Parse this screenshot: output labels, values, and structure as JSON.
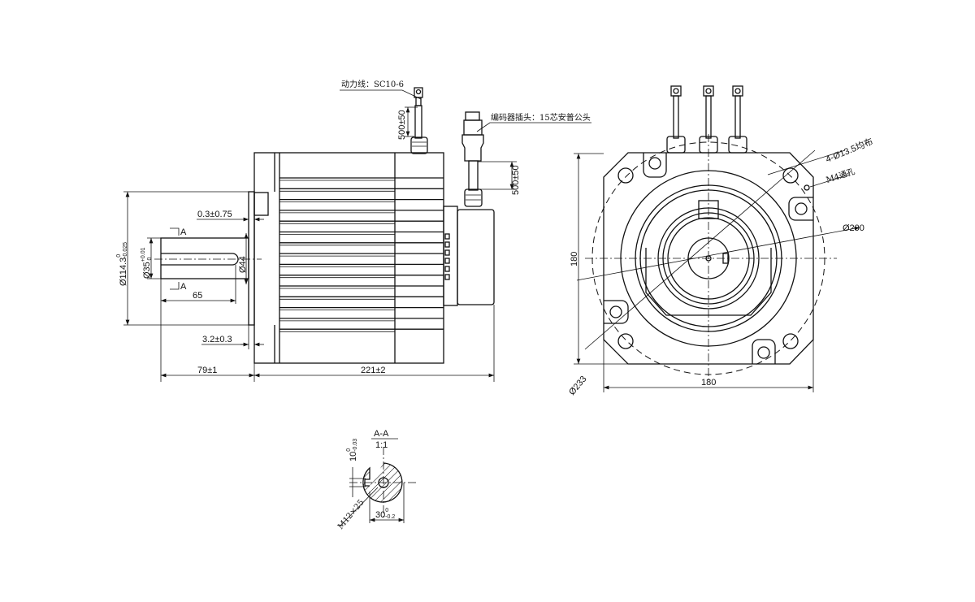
{
  "side_view": {
    "power_cable_label": "动力线：SC10-6",
    "encoder_plug_label": "编码器插头：15芯安普公头",
    "power_cable_length": "500±50",
    "encoder_cable_length": "500±50",
    "flange_pilot_dia": "Ø114.3",
    "flange_pilot_tol_upper": "0",
    "flange_pilot_tol_lower": "-0.025",
    "shaft_dia": "Ø35",
    "shaft_tol_upper": "+0.01",
    "shaft_tol_lower": "0",
    "shoulder_dia": "Ø44",
    "shaft_length": "65",
    "pilot_offset": "0.3±0.75",
    "pilot_depth": "3.2±0.3",
    "shaft_extension": "79±1",
    "body_length": "221±2",
    "section_mark_top": "A",
    "section_mark_bottom": "A"
  },
  "front_view": {
    "mount_holes": "4-Ø13.5均布",
    "m4_hole": "M4通孔",
    "inner_circle_dia": "Ø200",
    "bolt_circle_dia": "Ø233",
    "height": "180",
    "width": "180"
  },
  "section_view": {
    "title": "A-A",
    "scale": "1:1",
    "key_width": "10",
    "key_tol_upper": "0",
    "key_tol_lower": "-0.03",
    "thread": "M12×25",
    "depth": "30",
    "depth_tol_upper": "0",
    "depth_tol_lower": "-0.2"
  }
}
